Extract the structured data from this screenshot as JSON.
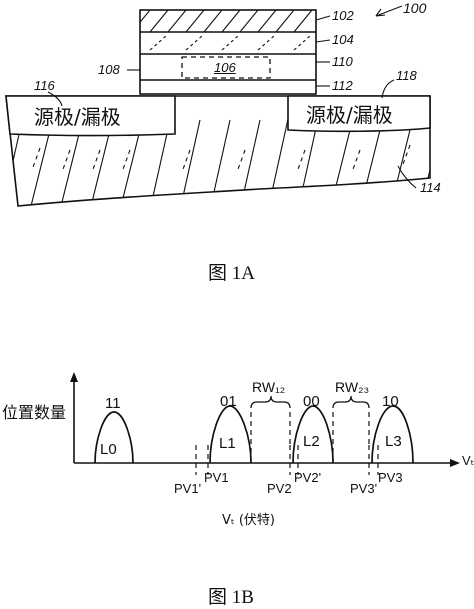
{
  "fig1a": {
    "caption": "图 1A",
    "ref_device": "100",
    "ref_102": "102",
    "ref_104": "104",
    "ref_106": "106",
    "ref_108": "108",
    "ref_110": "110",
    "ref_112": "112",
    "ref_114": "114",
    "ref_116": "116",
    "ref_118": "118",
    "source_drain_left": "源极/漏极",
    "source_drain_right": "源极/漏极"
  },
  "fig1b": {
    "caption": "图 1B",
    "ylabel": "位置数量",
    "xlabel": "Vₜ (伏特)",
    "axis_end_label": "Vₜ",
    "states": [
      {
        "level": "L0",
        "bits": "11"
      },
      {
        "level": "L1",
        "bits": "01"
      },
      {
        "level": "L2",
        "bits": "00"
      },
      {
        "level": "L3",
        "bits": "10"
      }
    ],
    "pv_labels": [
      "PV1'",
      "PV1",
      "PV2",
      "PV2'",
      "PV3'",
      "PV3"
    ],
    "rw_labels": [
      "RW₁₂",
      "RW₂₃"
    ]
  }
}
